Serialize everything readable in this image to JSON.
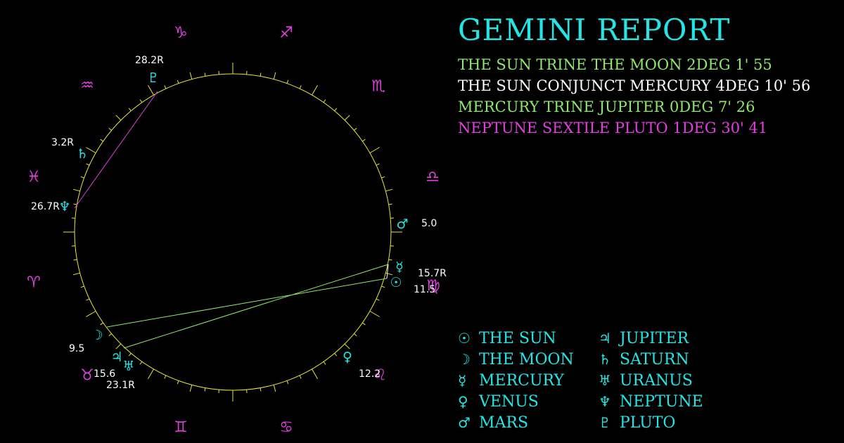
{
  "title": "GEMINI REPORT",
  "aspects": [
    {
      "text": "THE SUN TRINE THE MOON 2DEG 1' 55",
      "color": "#8ee86a"
    },
    {
      "text": "THE SUN CONJUNCT MERCURY 4DEG 10' 56",
      "color": "#ffffff"
    },
    {
      "text": "MERCURY TRINE JUPITER 0DEG 7' 26",
      "color": "#8ee86a"
    },
    {
      "text": "NEPTUNE SEXTILE PLUTO 1DEG 30' 41",
      "color": "#e23ee0"
    }
  ],
  "legend": [
    {
      "glyph": "☉",
      "name": "THE SUN",
      "icon": "sun-icon"
    },
    {
      "glyph": "☽",
      "name": "THE MOON",
      "icon": "moon-icon"
    },
    {
      "glyph": "☿",
      "name": "MERCURY",
      "icon": "mercury-icon"
    },
    {
      "glyph": "♀",
      "name": "VENUS",
      "icon": "venus-icon"
    },
    {
      "glyph": "♂",
      "name": "MARS",
      "icon": "mars-icon"
    },
    {
      "glyph": "♃",
      "name": "JUPITER",
      "icon": "jupiter-icon"
    },
    {
      "glyph": "♄",
      "name": "SATURN",
      "icon": "saturn-icon"
    },
    {
      "glyph": "♅",
      "name": "URANUS",
      "icon": "uranus-icon"
    },
    {
      "glyph": "♆",
      "name": "NEPTUNE",
      "icon": "neptune-icon"
    },
    {
      "glyph": "♇",
      "name": "PLUTO",
      "icon": "pluto-icon"
    }
  ],
  "zodiac": [
    {
      "glyph": "♑",
      "icon": "capricorn-icon"
    },
    {
      "glyph": "♐",
      "icon": "sagittarius-icon"
    },
    {
      "glyph": "♏",
      "icon": "scorpio-icon"
    },
    {
      "glyph": "♎",
      "icon": "libra-icon"
    },
    {
      "glyph": "♍",
      "icon": "virgo-icon"
    },
    {
      "glyph": "♌",
      "icon": "leo-icon"
    },
    {
      "glyph": "♋",
      "icon": "cancer-icon"
    },
    {
      "glyph": "♊",
      "icon": "gemini-icon"
    },
    {
      "glyph": "♉",
      "icon": "taurus-icon"
    },
    {
      "glyph": "♈",
      "icon": "aries-icon"
    },
    {
      "glyph": "♓",
      "icon": "pisces-icon"
    },
    {
      "glyph": "♒",
      "icon": "aquarius-icon"
    }
  ],
  "planets": [
    {
      "name": "Pluto",
      "glyph": "♇",
      "degree": "28.2R",
      "icon": "pluto-icon"
    },
    {
      "name": "Saturn",
      "glyph": "♄",
      "degree": "3.2R",
      "icon": "saturn-icon"
    },
    {
      "name": "Neptune",
      "glyph": "♆",
      "degree": "26.7R",
      "icon": "neptune-icon"
    },
    {
      "name": "Mars",
      "glyph": "♂",
      "degree": "5.0",
      "icon": "mars-icon"
    },
    {
      "name": "Mercury",
      "glyph": "☿",
      "degree": "15.7R",
      "icon": "mercury-icon"
    },
    {
      "name": "The Sun",
      "glyph": "☉",
      "degree": "11.5",
      "icon": "sun-icon"
    },
    {
      "name": "Venus",
      "glyph": "♀",
      "degree": "12.2",
      "icon": "venus-icon"
    },
    {
      "name": "The Moon",
      "glyph": "☽",
      "degree": "9.5",
      "icon": "moon-icon"
    },
    {
      "name": "Jupiter",
      "glyph": "♃",
      "degree": "15.6",
      "icon": "jupiter-icon"
    },
    {
      "name": "Uranus",
      "glyph": "♅",
      "degree": "23.1R",
      "icon": "uranus-icon"
    }
  ],
  "colors": {
    "background": "#000000",
    "title": "#22e6e6",
    "planet_glyph": "#22e6e6",
    "zodiac_glyph": "#e23ee0",
    "wheel": "#e6e63a",
    "degree_label": "#ffffff",
    "trine": "#8ee86a",
    "sextile": "#e23ee0"
  }
}
